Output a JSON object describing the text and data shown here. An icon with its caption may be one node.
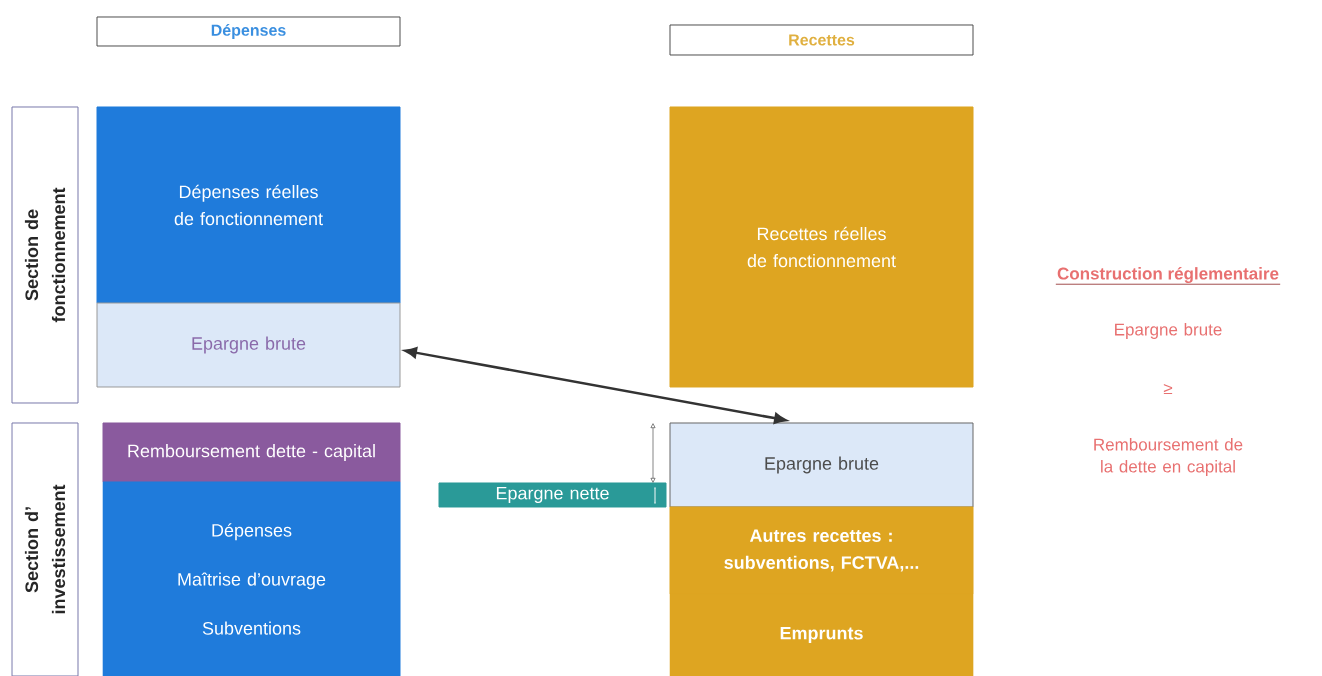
{
  "diagram": {
    "nodes": [
      {
        "text": [
          "Dépenses"
        ]
      },
      {
        "text": [
          "Recettes"
        ]
      },
      {
        "text": [
          "Section de fonctionnement"
        ]
      },
      {
        "text": [
          "Section d’ investissement"
        ]
      },
      {
        "text": [
          "Dépenses réelles de fonctionnement"
        ]
      },
      {
        "text": [
          "Epargne brute"
        ]
      },
      {
        "text": [
          "Remboursement dette - capital"
        ]
      },
      {
        "text": [
          "Dépenses",
          "Maîtrise d’ouvrage",
          "Subventions"
        ]
      },
      {
        "text": [
          "Recettes réelles de fonctionnement"
        ]
      },
      {
        "text": [
          "Epargne brute"
        ]
      },
      {
        "text": [
          "Autres recettes : subventions, FCTVA,..."
        ]
      },
      {
        "text": [
          "Emprunts"
        ]
      },
      {
        "text": [
          "Epargne nette"
        ]
      }
    ],
    "edges": [
      {
        "from": 5,
        "to": 9,
        "arrow": "both"
      }
    ],
    "labels": [
      "Construction réglementaire",
      "Epargne brute",
      "≥",
      "Remboursement de la dette en capital"
    ]
  }
}
